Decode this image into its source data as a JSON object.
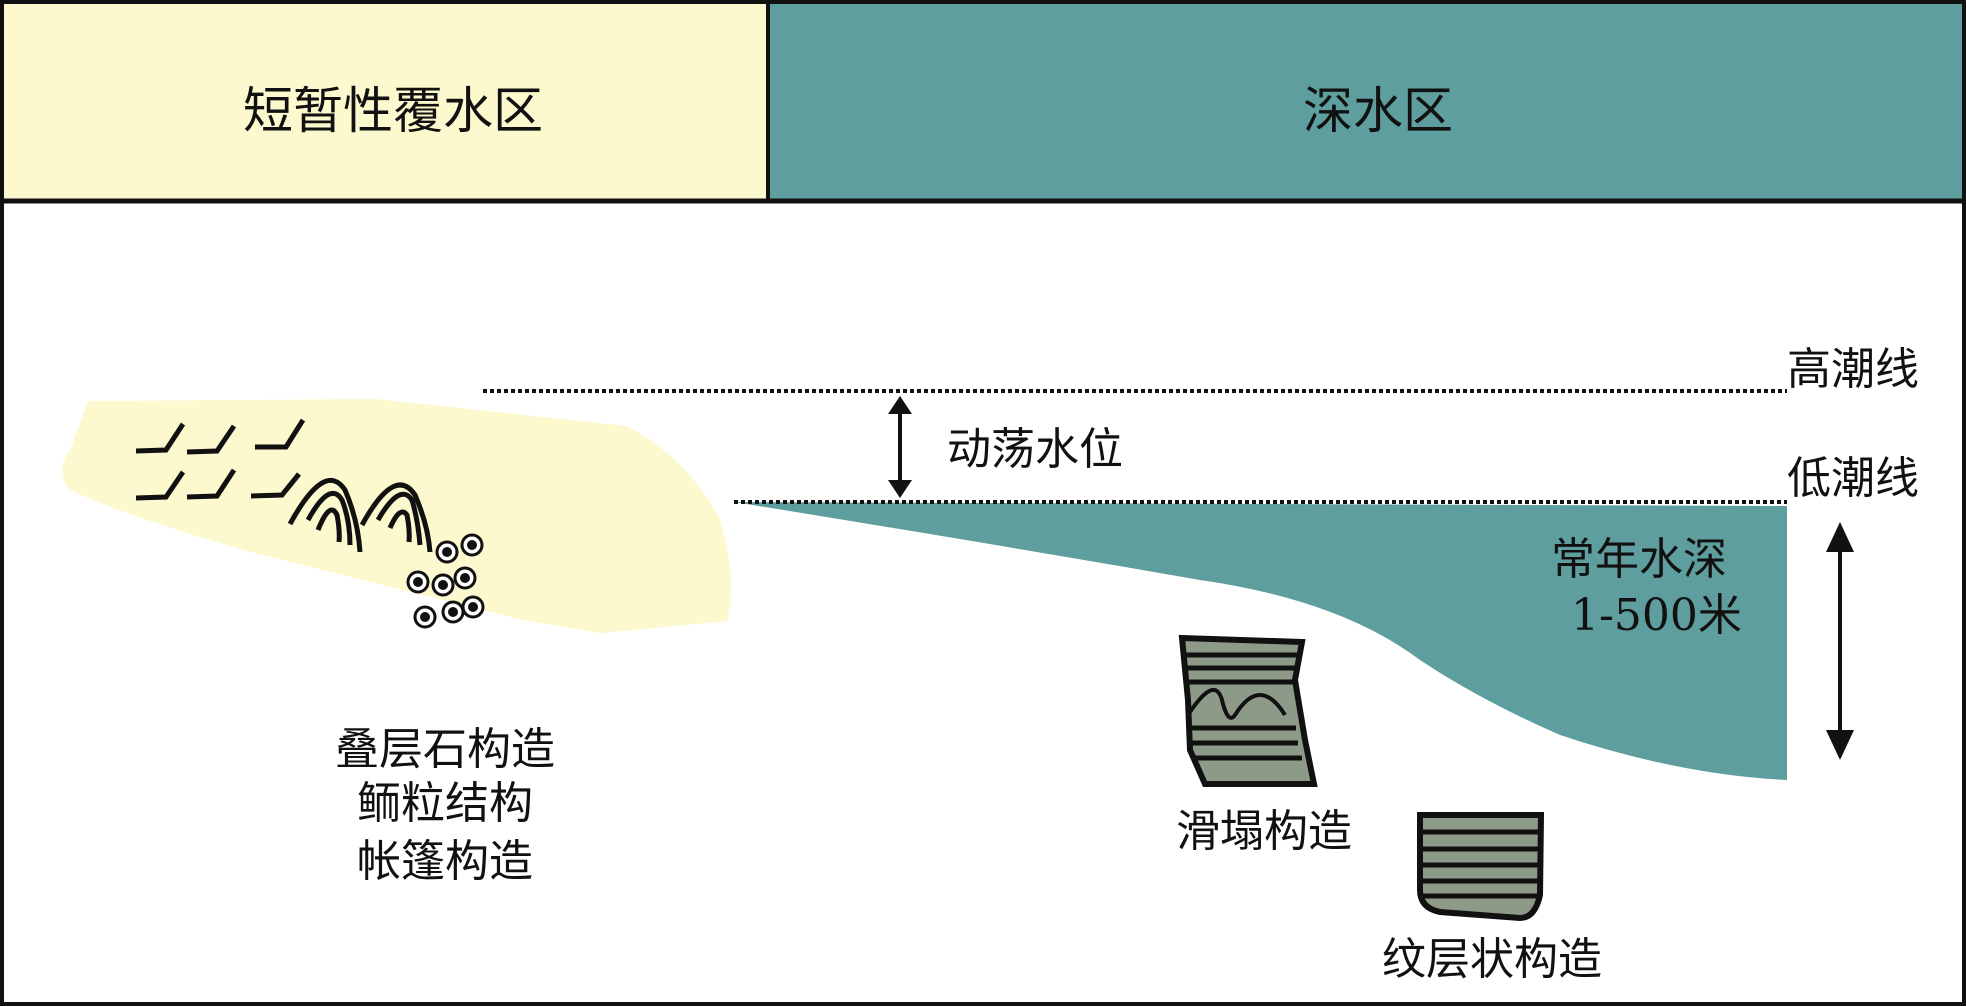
{
  "header": {
    "left_zone": "短暂性覆水区",
    "right_zone": "深水区"
  },
  "water_lines": {
    "high_tide": "高潮线",
    "low_tide": "低潮线",
    "fluctuating_level": "动荡水位",
    "perennial_depth_line1": "常年水深",
    "perennial_depth_line2": "1-500米"
  },
  "structures": {
    "shallow": [
      "叠层石构造",
      "鲕粒结构",
      "帐篷构造"
    ],
    "slump": "滑塌构造",
    "laminated": "纹层状构造"
  },
  "colors": {
    "shallow_zone": "#fdf9cf",
    "deep_zone": "#5f9e9e",
    "block_fill": "#8e9a88"
  }
}
